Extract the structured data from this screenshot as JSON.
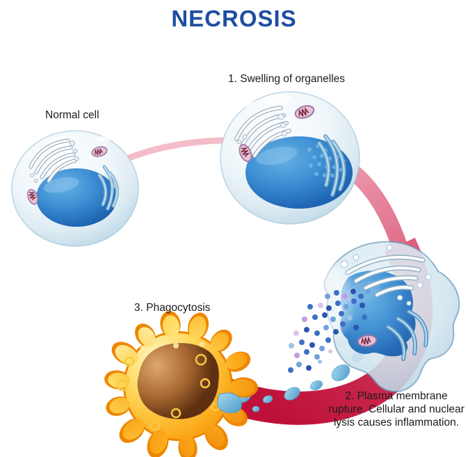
{
  "title": "NECROSIS",
  "labels": {
    "normal_cell": "Normal cell",
    "stage1": "1. Swelling of organelles",
    "stage2": "2. Plasma membrane rupture. Cellular and nuclear lysis causes inflammation.",
    "stage3": "3. Phagocytosis"
  },
  "stages": [
    {
      "order": 1,
      "name": "Swelling of organelles"
    },
    {
      "order": 2,
      "name": "Plasma membrane rupture. Cellular and nuclear lysis causes inflammation."
    },
    {
      "order": 3,
      "name": "Phagocytosis"
    }
  ],
  "colors": {
    "title_blue": "#1E4EA3",
    "label_text": "#1b1b1b",
    "background": "#FFFFFF",
    "arc_pink_light": "#F4BBC8",
    "arc_pink_mid": "#E57F97",
    "arc_red": "#C1143B",
    "cell_membrane": "#CFE4F0",
    "cell_outline": "#8FB8D2",
    "nucleus_blue": "#1C5FB0",
    "mitochondria_pink": "#E7C4D9",
    "phagocyte_orange": "#FBA919",
    "phagocyte_outline": "#EE8500",
    "phagocyte_nucleus_brown": "#8F5426",
    "debris_blue": "#7EC3E6"
  }
}
